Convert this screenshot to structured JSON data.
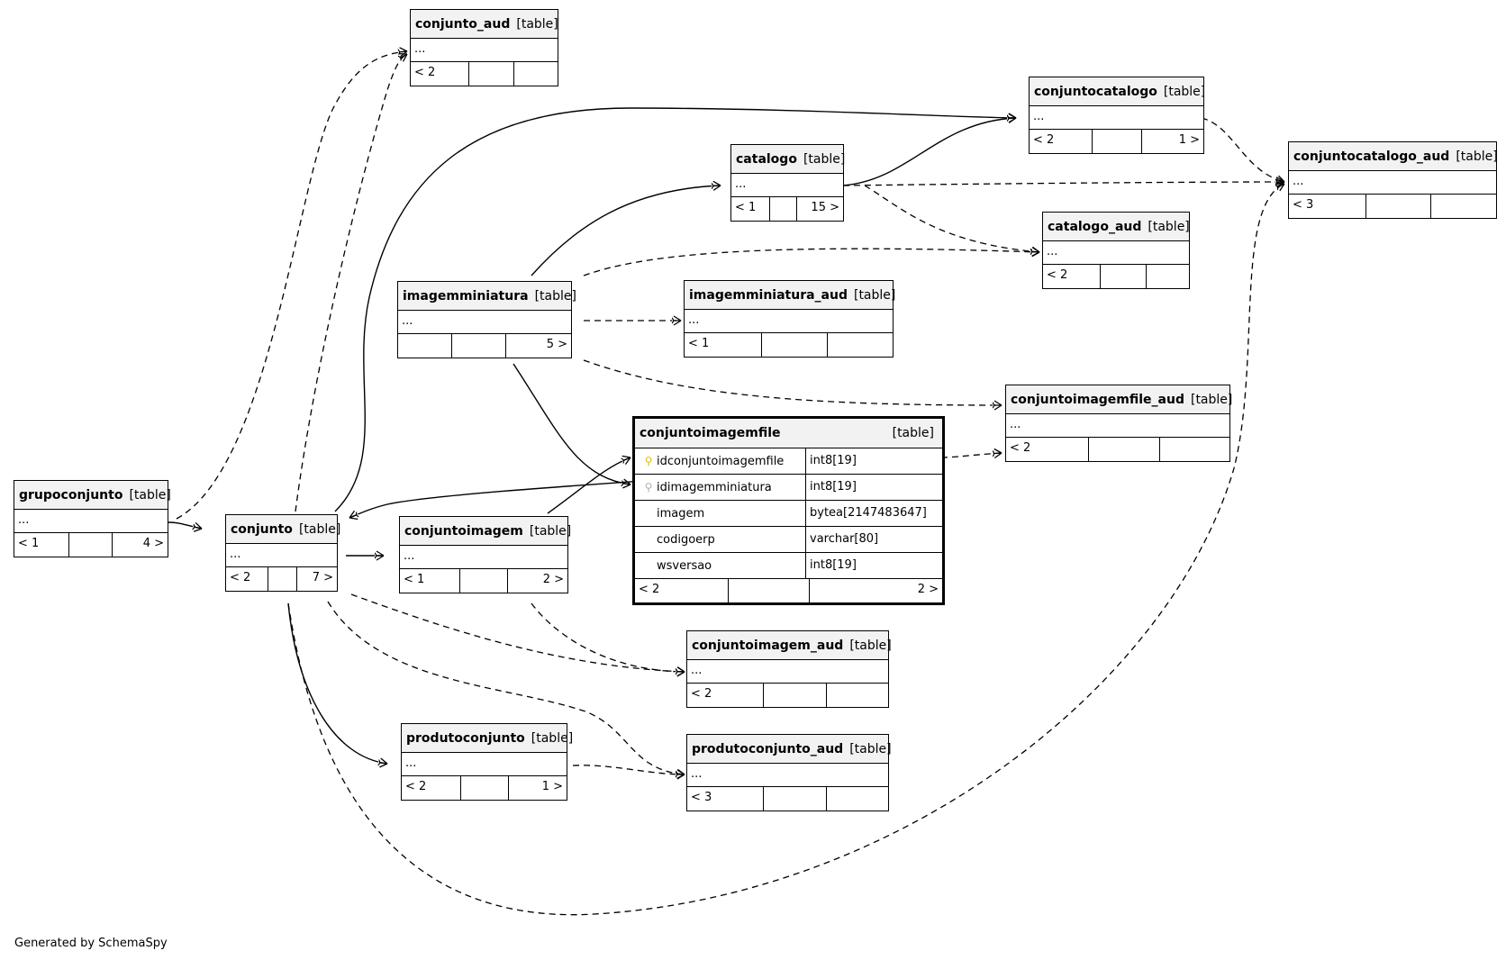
{
  "diagram": {
    "footer": "Generated by SchemaSpy",
    "tables": {
      "conjunto_aud": {
        "name": "conjunto_aud",
        "kind": "[table]",
        "body": "...",
        "footer": [
          "< 2",
          "",
          ""
        ]
      },
      "conjuntocatalogo": {
        "name": "conjuntocatalogo",
        "kind": "[table]",
        "body": "...",
        "footer": [
          "< 2",
          "",
          "1 >"
        ]
      },
      "conjuntocatalogo_aud": {
        "name": "conjuntocatalogo_aud",
        "kind": "[table]",
        "body": "...",
        "footer": [
          "< 3",
          "",
          ""
        ]
      },
      "catalogo": {
        "name": "catalogo",
        "kind": "[table]",
        "body": "...",
        "footer": [
          "< 1",
          "",
          "15 >"
        ]
      },
      "catalogo_aud": {
        "name": "catalogo_aud",
        "kind": "[table]",
        "body": "...",
        "footer": [
          "< 2",
          "",
          ""
        ]
      },
      "imagemminiatura": {
        "name": "imagemminiatura",
        "kind": "[table]",
        "body": "...",
        "footer": [
          "",
          "",
          "5 >"
        ]
      },
      "imagemminiatura_aud": {
        "name": "imagemminiatura_aud",
        "kind": "[table]",
        "body": "...",
        "footer": [
          "< 1",
          "",
          ""
        ]
      },
      "conjuntoimagemfile_aud": {
        "name": "conjuntoimagemfile_aud",
        "kind": "[table]",
        "body": "...",
        "footer": [
          "< 2",
          "",
          ""
        ]
      },
      "grupoconjunto": {
        "name": "grupoconjunto",
        "kind": "[table]",
        "body": "...",
        "footer": [
          "< 1",
          "",
          "4 >"
        ]
      },
      "conjunto": {
        "name": "conjunto",
        "kind": "[table]",
        "body": "...",
        "footer": [
          "< 2",
          "",
          "7 >"
        ]
      },
      "conjuntoimagem": {
        "name": "conjuntoimagem",
        "kind": "[table]",
        "body": "...",
        "footer": [
          "< 1",
          "",
          "2 >"
        ]
      },
      "conjuntoimagem_aud": {
        "name": "conjuntoimagem_aud",
        "kind": "[table]",
        "body": "...",
        "footer": [
          "< 2",
          "",
          ""
        ]
      },
      "produtoconjunto": {
        "name": "produtoconjunto",
        "kind": "[table]",
        "body": "...",
        "footer": [
          "< 2",
          "",
          "1 >"
        ]
      },
      "produtoconjunto_aud": {
        "name": "produtoconjunto_aud",
        "kind": "[table]",
        "body": "...",
        "footer": [
          "< 3",
          "",
          ""
        ]
      },
      "conjuntoimagemfile": {
        "name": "conjuntoimagemfile",
        "kind": "[table]",
        "columns": [
          {
            "name": "idconjuntoimagemfile",
            "type": "int8[19]",
            "key": "pk",
            "icon": "key-icon"
          },
          {
            "name": "idimagemminiatura",
            "type": "int8[19]",
            "key": "fk",
            "icon": "foreign-key-icon"
          },
          {
            "name": "imagem",
            "type": "bytea[2147483647]",
            "key": ""
          },
          {
            "name": "codigoerp",
            "type": "varchar[80]",
            "key": ""
          },
          {
            "name": "wsversao",
            "type": "int8[19]",
            "key": ""
          }
        ],
        "footer": [
          "< 2",
          "",
          "2 >"
        ]
      }
    },
    "relationships": [
      {
        "from": "grupoconjunto",
        "to": "conjunto",
        "style": "solid"
      },
      {
        "from": "conjunto",
        "to": "conjuntoimagem",
        "style": "solid"
      },
      {
        "from": "conjunto",
        "to": "produtoconjunto",
        "style": "solid"
      },
      {
        "from": "conjunto",
        "to": "conjuntocatalogo",
        "style": "solid"
      },
      {
        "from": "catalogo",
        "to": "conjuntocatalogo",
        "style": "solid"
      },
      {
        "from": "imagemminiatura",
        "to": "catalogo",
        "style": "solid"
      },
      {
        "from": "imagemminiatura",
        "to": "conjuntoimagemfile",
        "style": "solid"
      },
      {
        "from": "conjuntoimagem",
        "to": "conjuntoimagemfile",
        "style": "solid"
      },
      {
        "from": "conjuntoimagemfile",
        "to": "conjunto",
        "style": "solid"
      },
      {
        "from": "grupoconjunto",
        "to": "conjunto_aud",
        "style": "dashed"
      },
      {
        "from": "conjunto",
        "to": "conjunto_aud",
        "style": "dashed"
      },
      {
        "from": "conjuntocatalogo",
        "to": "conjuntocatalogo_aud",
        "style": "dashed"
      },
      {
        "from": "catalogo",
        "to": "conjuntocatalogo_aud",
        "style": "dashed"
      },
      {
        "from": "catalogo",
        "to": "catalogo_aud",
        "style": "dashed"
      },
      {
        "from": "imagemminiatura",
        "to": "catalogo_aud",
        "style": "dashed"
      },
      {
        "from": "imagemminiatura",
        "to": "imagemminiatura_aud",
        "style": "dashed"
      },
      {
        "from": "imagemminiatura",
        "to": "conjuntoimagemfile_aud",
        "style": "dashed"
      },
      {
        "from": "conjuntoimagemfile",
        "to": "conjuntoimagemfile_aud",
        "style": "dashed"
      },
      {
        "from": "conjunto",
        "to": "conjuntoimagem_aud",
        "style": "dashed"
      },
      {
        "from": "conjuntoimagem",
        "to": "conjuntoimagem_aud",
        "style": "dashed"
      },
      {
        "from": "conjunto",
        "to": "produtoconjunto_aud",
        "style": "dashed"
      },
      {
        "from": "produtoconjunto",
        "to": "produtoconjunto_aud",
        "style": "dashed"
      },
      {
        "from": "conjunto",
        "to": "conjuntocatalogo_aud",
        "style": "dashed"
      }
    ]
  }
}
